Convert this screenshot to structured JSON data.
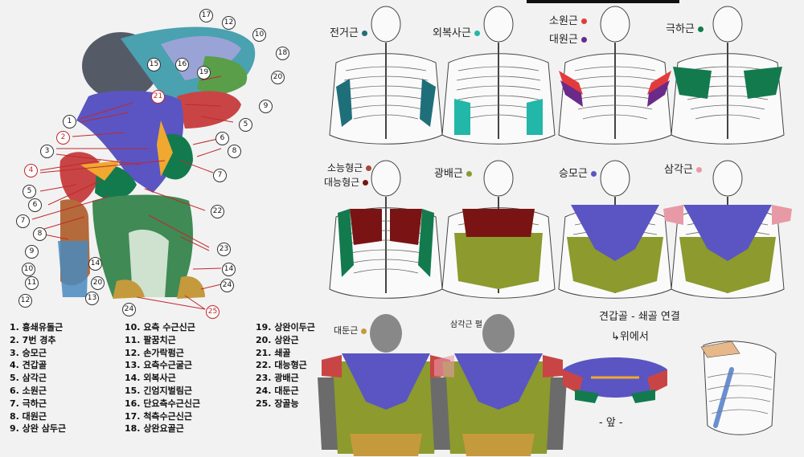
{
  "legend": [
    [
      "1. 흉쇄유돌근",
      "2. 7번 경추",
      "3. 승모근",
      "4. 견갑골",
      "5. 삼각근",
      "6. 소원근",
      "7. 극하근",
      "8. 대원근",
      "9. 상완 삼두근"
    ],
    [
      "10. 요측 수근신근",
      "11. 팔꿈치근",
      "12. 손가락펌근",
      "13. 요측수근굴근",
      "14. 외복사근",
      "15. 긴엄지벌림근",
      "16. 단요측수근신근",
      "17. 척측수근신근",
      "18. 상완요골근"
    ],
    [
      "19. 상완이두근",
      "20. 상완근",
      "21. 쇄골",
      "22. 대능형근",
      "23. 광배근",
      "24. 대둔근",
      "25. 장골능"
    ]
  ],
  "figure_labels": {
    "serratus": "전거근",
    "external_oblique": "외복사근",
    "teres_minor": "소원근",
    "teres_major": "대원근",
    "infraspinatus": "극하근",
    "rhomboid_minor": "소능형근",
    "rhomboid_major": "대능형근",
    "latissimus": "광배근",
    "trapezius": "승모근",
    "deltoid": "삼각근",
    "gluteus": "대둔근",
    "deltoid_line": "삼각근 펼",
    "scapula_clavicle": "견갑골 - 쇄골 연결",
    "from_above": "↳위에서",
    "front": "- 앞 -"
  },
  "colors": {
    "serratus": "#1f6f7a",
    "external_oblique": "#22b7a8",
    "teres_minor": "#e33b3b",
    "teres_major": "#6a2a8a",
    "infraspinatus": "#137a4e",
    "rhomboid_minor": "#a54a3a",
    "rhomboid_major": "#7a1414",
    "latissimus": "#8c9a2e",
    "trapezius": "#5a55c2",
    "deltoid": "#e79aa6",
    "gluteus": "#c49a3c",
    "scapula": "#f0a830"
  },
  "diagram_numbers": {
    "n1": "1",
    "n2": "2",
    "n3": "3",
    "n4": "4",
    "n5": "5",
    "n6": "6",
    "n7": "7",
    "n8": "8",
    "n9": "9",
    "n10": "10",
    "n11": "11",
    "n12": "12",
    "n13": "13",
    "n14": "14",
    "n15": "15",
    "n16": "16",
    "n17": "17",
    "n18": "18",
    "n19": "19",
    "n20": "20",
    "n21": "21",
    "n22": "22",
    "n23": "23",
    "n24": "24",
    "n25": "25"
  }
}
